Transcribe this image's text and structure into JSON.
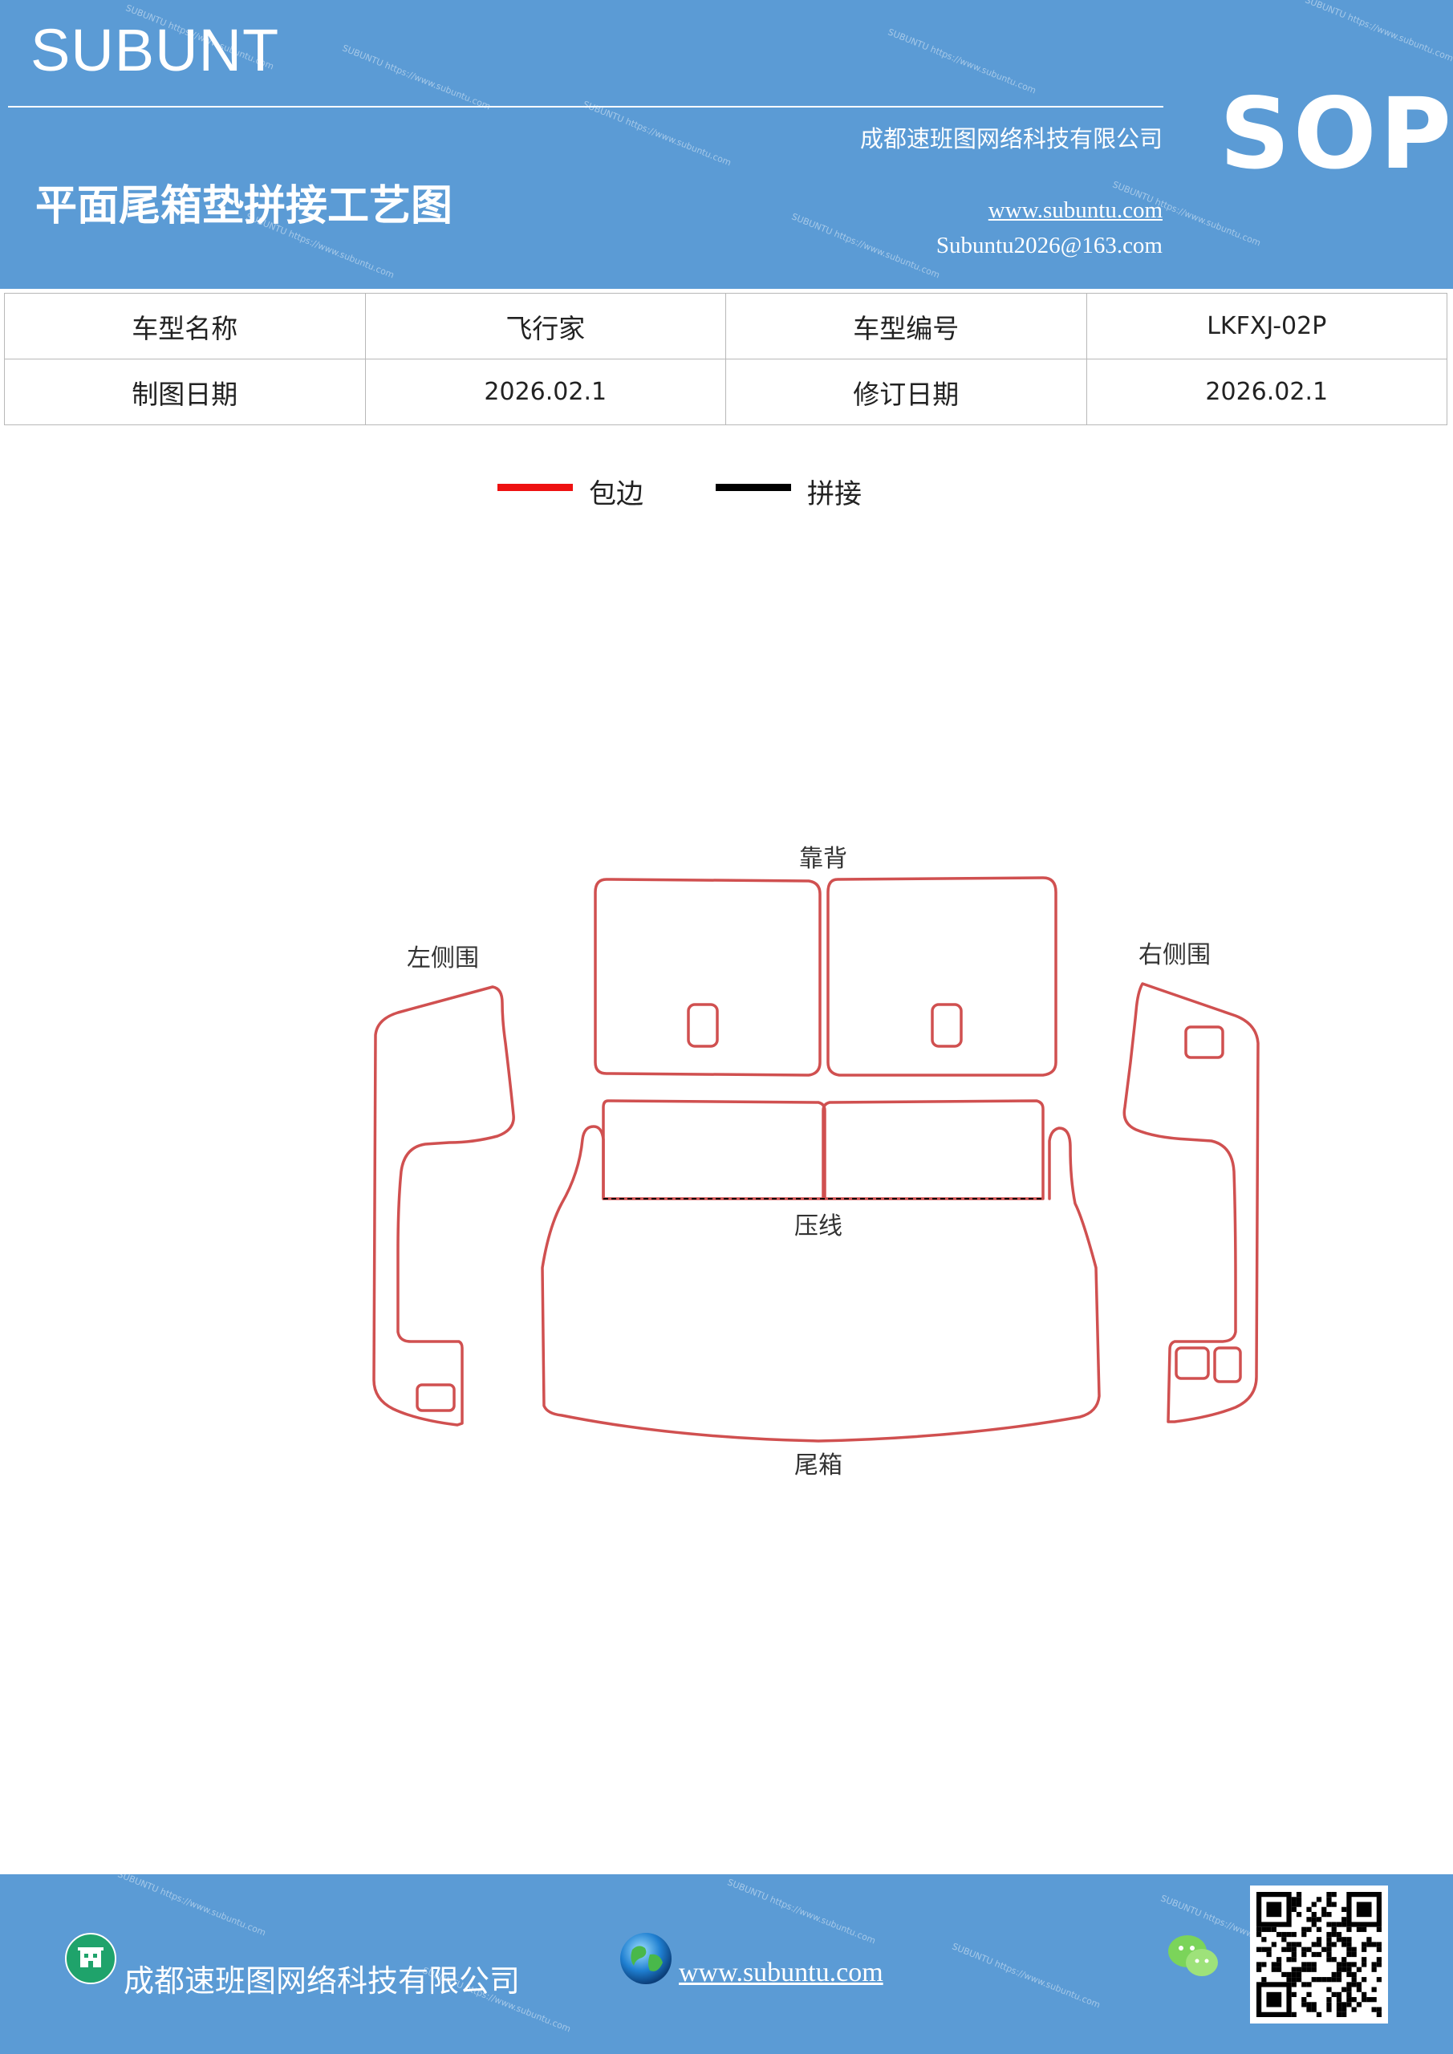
{
  "header": {
    "brand": "SUBUNT",
    "company": "成都速班图网络科技有限公司",
    "title": "平面尾箱垫拼接工艺图",
    "website": "www.subuntu.com",
    "email": "Subuntu2026@163.com",
    "badge": "SOP"
  },
  "info": {
    "model_name_label": "车型名称",
    "model_name_value": "飞行家",
    "model_code_label": "车型编号",
    "model_code_value": "LKFXJ-02P",
    "draw_date_label": "制图日期",
    "draw_date_value": "2026.02.1",
    "revise_date_label": "修订日期",
    "revise_date_value": "2026.02.1"
  },
  "legend": {
    "edge_label": "包边",
    "edge_color": "#ee1111",
    "seam_label": "拼接",
    "seam_color": "#000000"
  },
  "diagram": {
    "outline_color": "#d05050",
    "labels": {
      "backrest": "靠背",
      "left_side": "左侧围",
      "right_side": "右侧围",
      "crease": "压线",
      "trunk": "尾箱"
    }
  },
  "footer": {
    "company": "成都速班图网络科技有限公司",
    "website": "www.subuntu.com"
  }
}
